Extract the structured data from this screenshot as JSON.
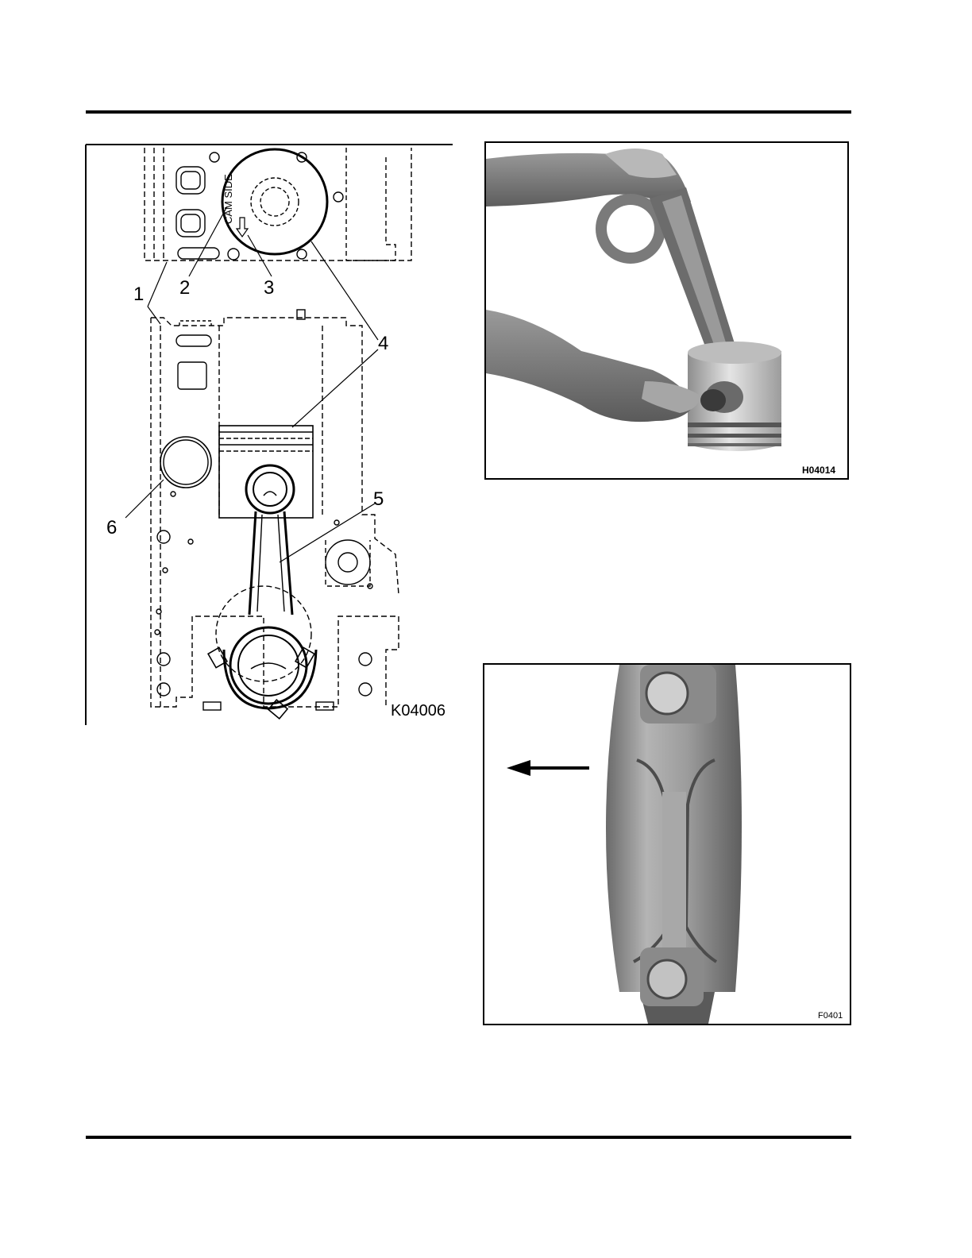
{
  "figures": {
    "diagram": {
      "code": "K04006",
      "cam_side_label": "CAM SIDE",
      "callouts": [
        "1",
        "2",
        "3",
        "4",
        "5",
        "6"
      ]
    },
    "photo_piston": {
      "code": "H04014"
    },
    "photo_cap": {
      "code": "F0401"
    }
  }
}
